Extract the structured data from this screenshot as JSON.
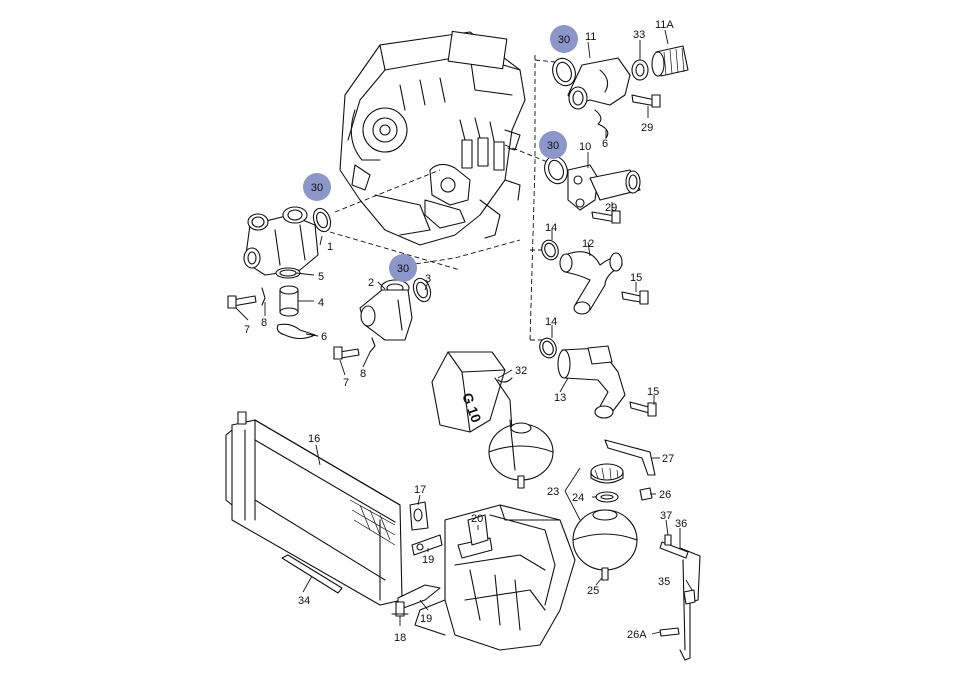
{
  "callouts": {
    "c11": "11",
    "c11a": "11A",
    "c33": "33",
    "c29a": "29",
    "c6a": "6",
    "c10": "10",
    "c29b": "29",
    "c14a": "14",
    "c12": "12",
    "c15a": "15",
    "c14b": "14",
    "c13": "13",
    "c15b": "15",
    "c1": "1",
    "c5": "5",
    "c4": "4",
    "c6b": "6",
    "c7a": "7",
    "c8a": "8",
    "c2": "2",
    "c3": "3",
    "c7b": "7",
    "c8b": "8",
    "c32": "32",
    "c16": "16",
    "c17": "17",
    "c20": "20",
    "c19a": "19",
    "c19b": "19",
    "c18": "18",
    "c34": "34",
    "c27": "27",
    "c23": "23",
    "c24": "24",
    "c26": "26",
    "c37": "37",
    "c36": "36",
    "c25": "25",
    "c35": "35",
    "c26a": "26A"
  },
  "highlights": [
    "30",
    "30",
    "30",
    "30"
  ],
  "reservoir_label": "G 10",
  "colors": {
    "highlight": "#8c96c8",
    "line": "#111111",
    "background": "#ffffff"
  }
}
